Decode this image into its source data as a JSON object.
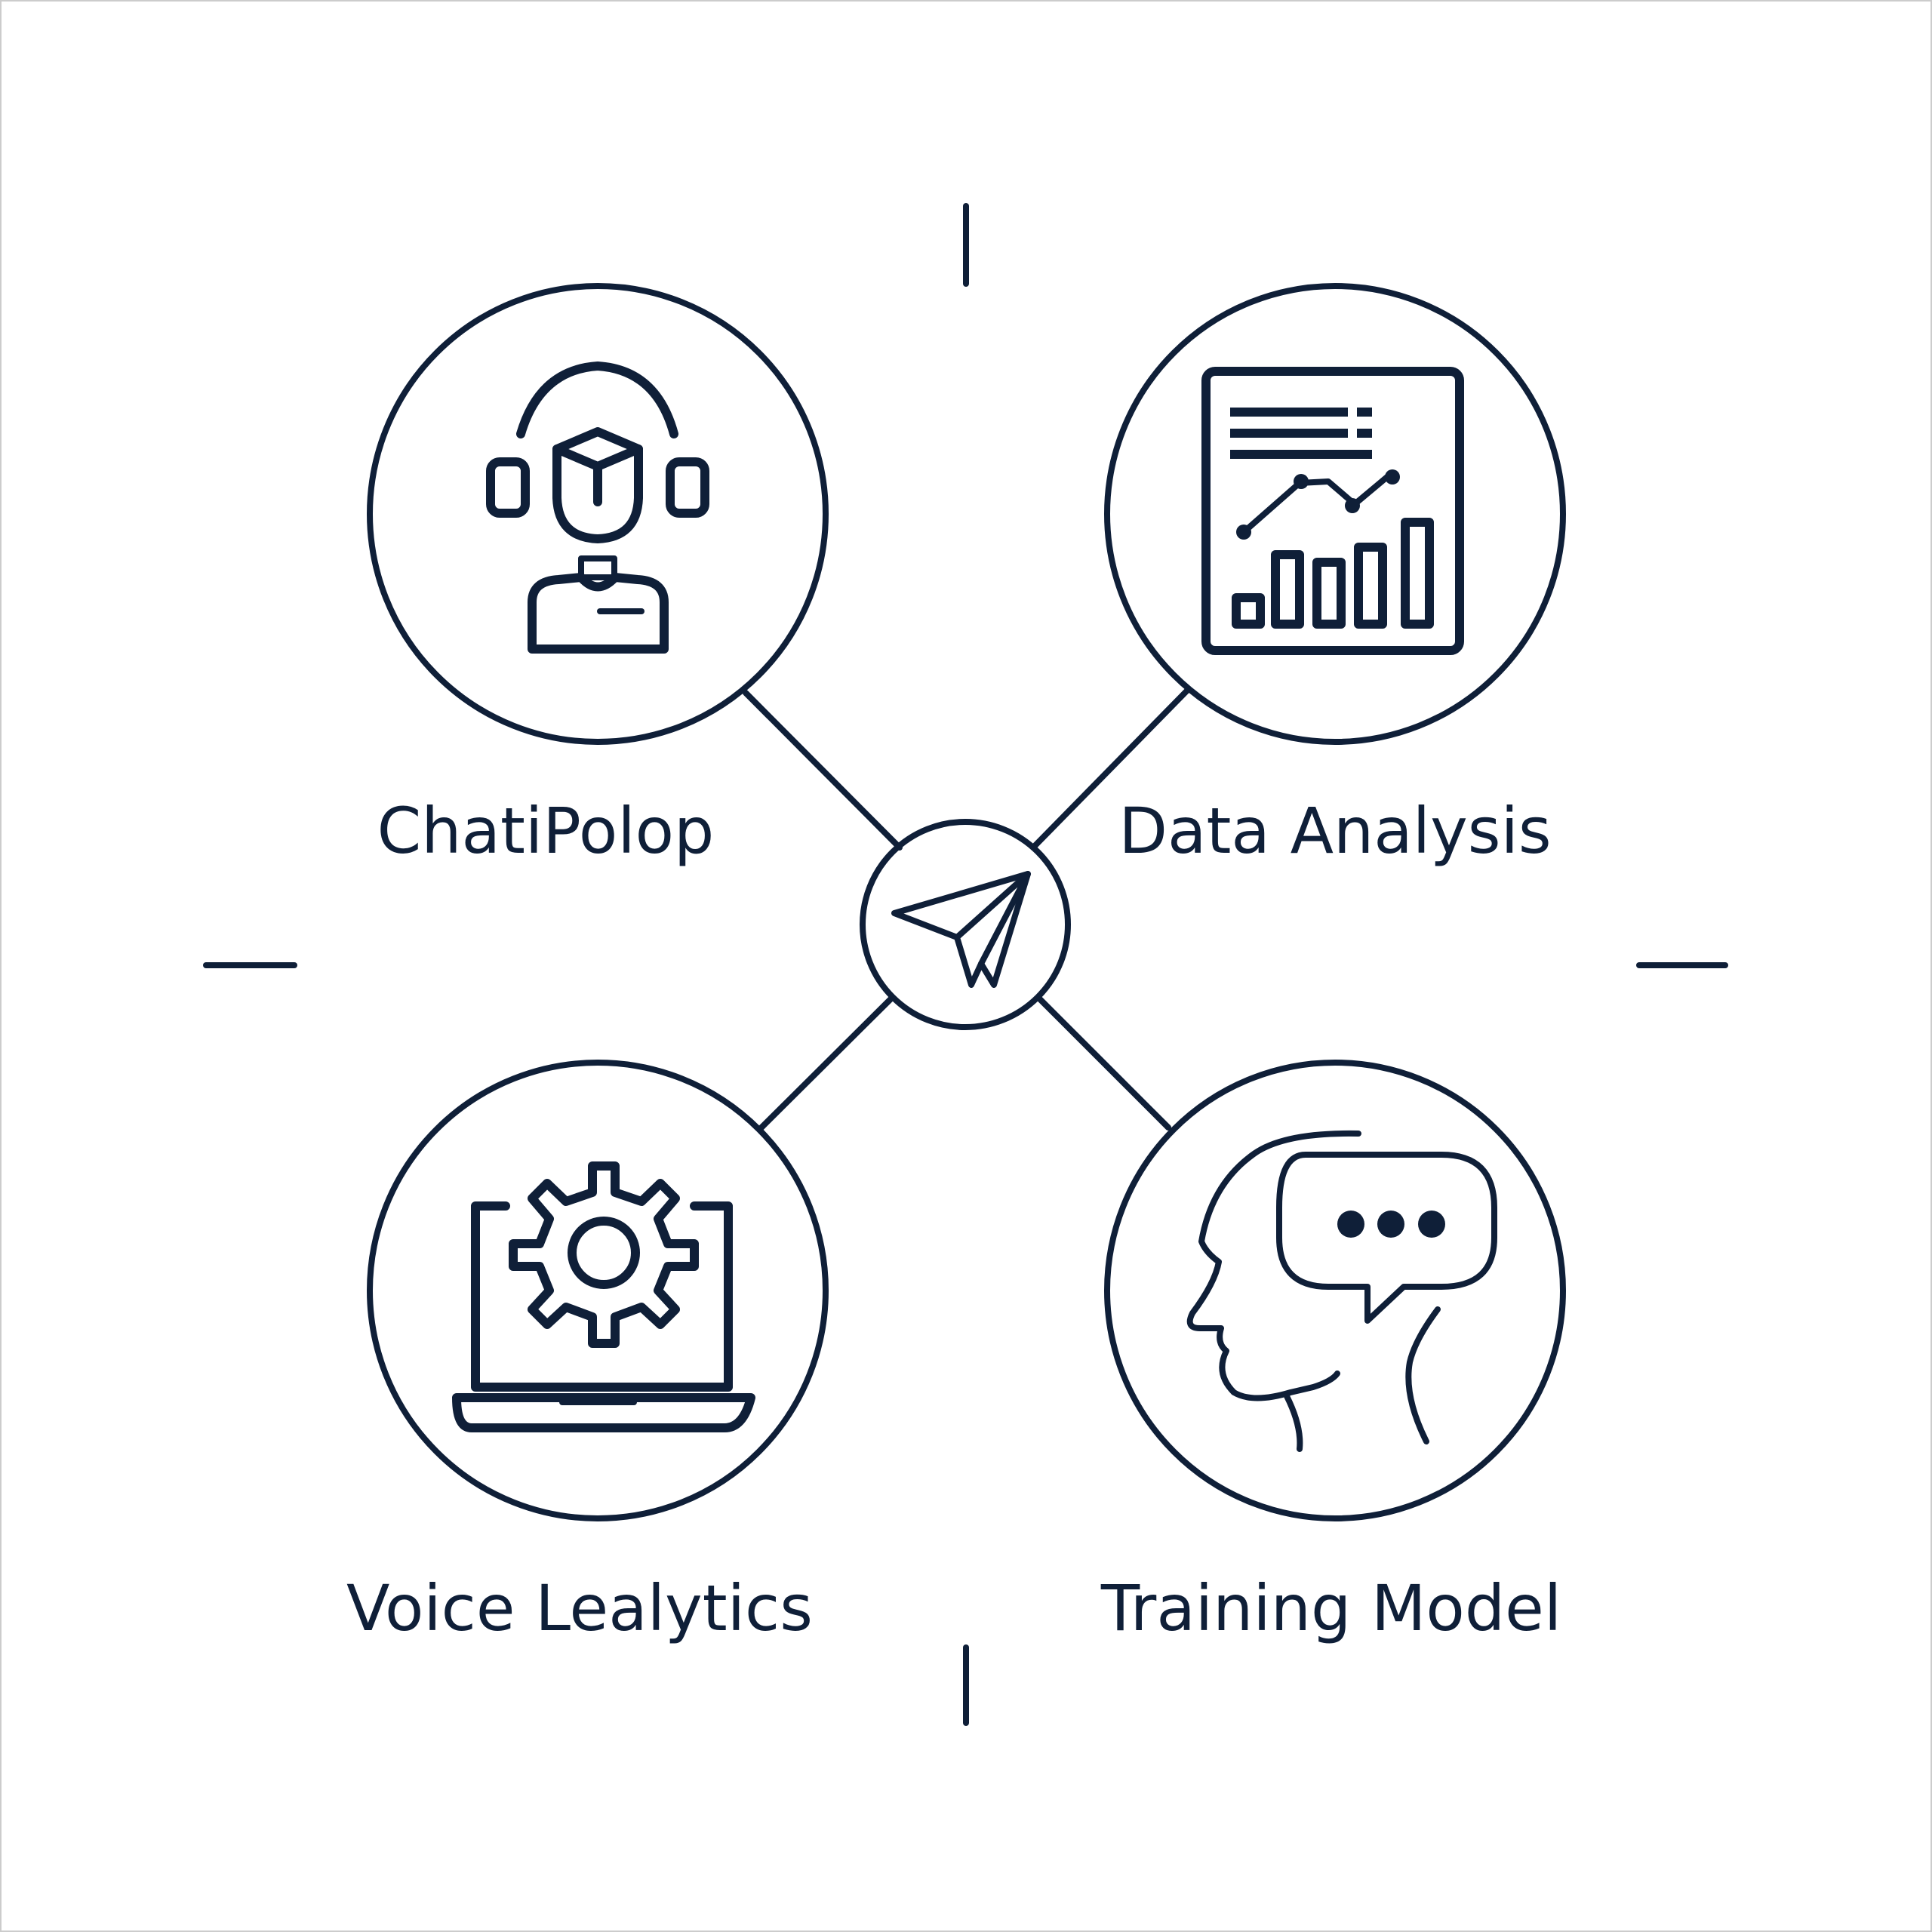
{
  "nodes": [
    {
      "label": "ChatiPolop",
      "icon": "support-agent-icon"
    },
    {
      "label": "Data Analysis",
      "icon": "report-chart-icon"
    },
    {
      "label": "Voice Lealytics",
      "icon": "laptop-gear-icon"
    },
    {
      "label": "Training Model",
      "icon": "head-speech-bubble-icon"
    }
  ],
  "hub": {
    "icon": "paper-plane-icon"
  },
  "colors": {
    "stroke": "#0f1f38",
    "background": "#ffffff"
  }
}
